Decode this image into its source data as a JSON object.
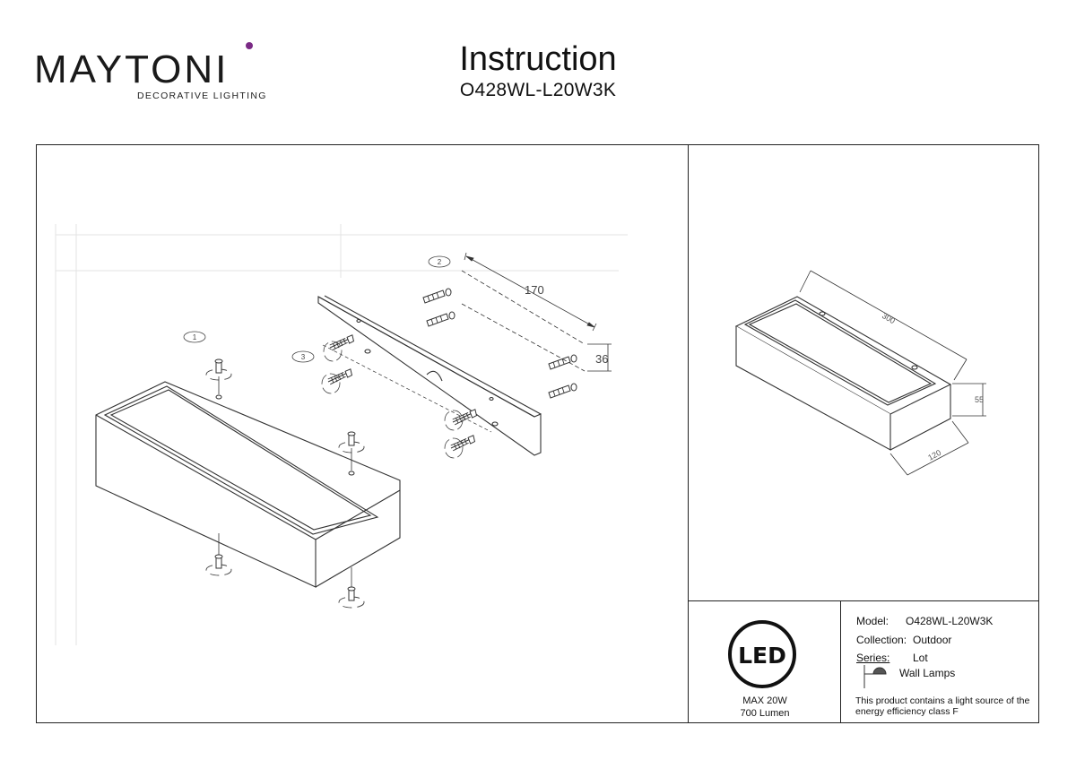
{
  "header": {
    "brand": "MAYTONI",
    "tagline": "DECORATIVE LIGHTING",
    "title": "Instruction",
    "model_code": "O428WL-L20W3K"
  },
  "assembly": {
    "step_labels": [
      "1",
      "2",
      "3"
    ],
    "dimensions": {
      "mount_width": "170",
      "mount_height": "36"
    }
  },
  "product_view": {
    "dimensions": {
      "length": "300",
      "height": "55",
      "depth": "120"
    }
  },
  "badge": {
    "led_text": "LED",
    "max_power": "MAX 20W",
    "lumen": "700 Lumen"
  },
  "specs": {
    "model_label": "Model:",
    "model_value": "O428WL-L20W3K",
    "collection_label": "Collection:",
    "collection_value": "Outdoor",
    "series_label": "Series:",
    "series_value": "Lot",
    "type_icon": "wall-lamp-icon",
    "type_value": "Wall Lamps",
    "energy_note": "This product contains a light source of the energy efficiency class F"
  }
}
